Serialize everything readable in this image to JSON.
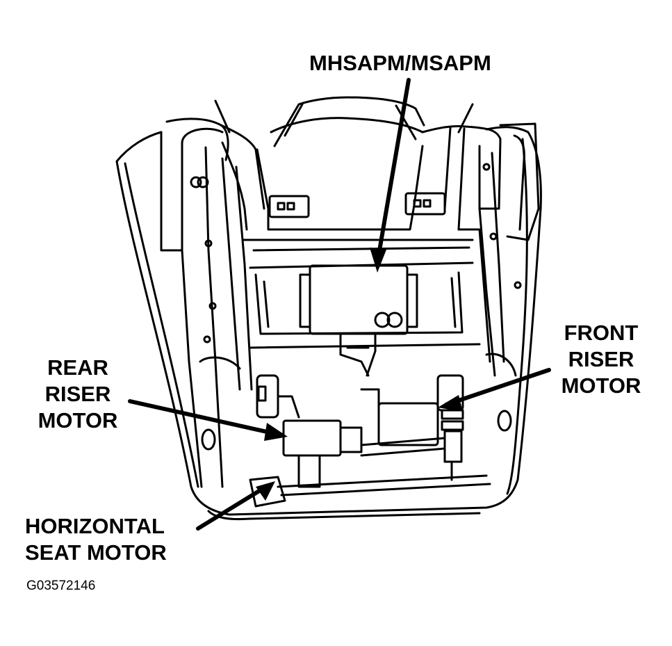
{
  "labels": {
    "module": [
      "MHSAPM/MSAPM"
    ],
    "rear_riser": [
      "REAR",
      "RISER",
      "MOTOR"
    ],
    "front_riser": [
      "FRONT",
      "RISER",
      "MOTOR"
    ],
    "horizontal": [
      "HORIZONTAL",
      "SEAT MOTOR"
    ]
  },
  "figure_id": "G03572146",
  "colors": {
    "ink": "#000000",
    "paper": "#ffffff"
  }
}
